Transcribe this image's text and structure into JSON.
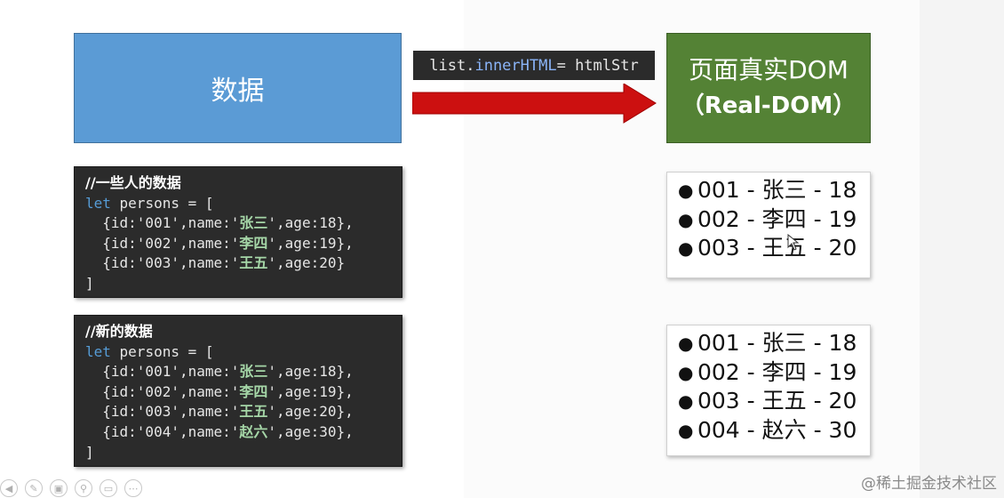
{
  "data_box": {
    "label": "数据"
  },
  "dom_box": {
    "line1": "页面真实DOM",
    "line2": "（Real-DOM）"
  },
  "code_label": {
    "obj": "list.",
    "prop": "innerHTML",
    "rest": " = htmlStr"
  },
  "code_block1": {
    "comment": "//一些人的数据",
    "kw": "let",
    "decl": " persons = [",
    "rows": [
      {
        "pre": "  {id:'001',name:'",
        "name": "张三",
        "post": "',age:18},"
      },
      {
        "pre": "  {id:'002',name:'",
        "name": "李四",
        "post": "',age:19},"
      },
      {
        "pre": "  {id:'003',name:'",
        "name": "王五",
        "post": "',age:20}"
      }
    ],
    "close": "]"
  },
  "code_block2": {
    "comment": "//新的数据",
    "kw": "let",
    "decl": " persons = [",
    "rows": [
      {
        "pre": "  {id:'001',name:'",
        "name": "张三",
        "post": "',age:18},"
      },
      {
        "pre": "  {id:'002',name:'",
        "name": "李四",
        "post": "',age:19},"
      },
      {
        "pre": "  {id:'003',name:'",
        "name": "王五",
        "post": "',age:20},"
      },
      {
        "pre": "  {id:'004',name:'",
        "name": "赵六",
        "post": "',age:30},"
      }
    ],
    "close": "]"
  },
  "list1": {
    "items": [
      "001 - 张三 - 18",
      "002 - 李四 - 19",
      "003 - 王五 - 20"
    ]
  },
  "list2": {
    "items": [
      "001 - 张三 - 18",
      "002 - 李四 - 19",
      "003 - 王五 - 20",
      "004 - 赵六 - 30"
    ]
  },
  "watermark": {
    "text": "@稀土掘金技术社区"
  },
  "colors": {
    "data_box": "#5b9bd5",
    "dom_box": "#548235",
    "arrow": "#cc1010",
    "code_bg": "#2b2b2b"
  }
}
